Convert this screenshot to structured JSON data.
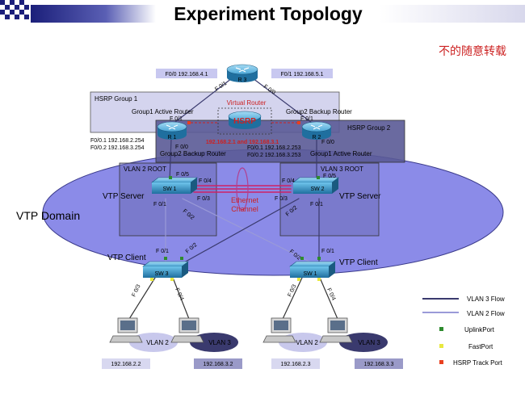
{
  "title": "Experiment  Topology",
  "subtitle_cn": "不的随意转载",
  "vtp_domain": "VTP Domain",
  "routers": {
    "r3": {
      "name": "R 3",
      "f00": "F0/0 192.168.4.1",
      "f01": "F0/1 192.168.5.1",
      "port_left": "F 0/1",
      "port_right": "F 0/0"
    },
    "r1": {
      "name": "R 1",
      "port_top": "F 0/1",
      "port_bottom": "F 0/0",
      "sub1": "F0/0.1 192.168.2.254",
      "sub2": "F0/0.2 192.168.3.254"
    },
    "r2": {
      "name": "R 2",
      "port_top": "F 0/1",
      "port_bottom": "F 0/0",
      "sub1": "F0/0.1 192.168.2.253",
      "sub2": "F0/0.2 192.168.3.253"
    }
  },
  "hsrp": {
    "group1": "HSRP Group 1",
    "group2": "HSRP Group 2",
    "g1_active": "Group1 Active Router",
    "g2_backup": "Group2 Backup Router",
    "g2_backup_r1": "Group2 Backup Router",
    "g1_active_r2": "Group1 Active Router",
    "virtual_router": "Virtual Router",
    "hsrp_label": "HSRP",
    "vip": "192.168.2.1 and 192.168.3.1"
  },
  "switches": {
    "sw1": {
      "name": "SW 1",
      "vlan_root": "VLAN 2 ROOT",
      "role": "VTP Server",
      "p05": "F 0/5",
      "p04": "F 0/4",
      "p03": "F 0/3",
      "p01": "F 0/1",
      "p02": "F 0/2"
    },
    "sw2": {
      "name": "SW 2",
      "vlan_root": "VLAN 3 ROOT",
      "role": "VTP Server",
      "p05": "F 0/5",
      "p04": "F 0/4",
      "p03": "F 0/3",
      "p01": "F 0/1",
      "p02": "F 0/2"
    },
    "sw3": {
      "name": "SW 3",
      "role": "VTP Client",
      "p01": "F 0/1",
      "p02": "F 0/2",
      "p03": "F 0/3",
      "p04": "F 0/4"
    },
    "sw4": {
      "name": "SW 1",
      "role": "VTP Client",
      "p01": "F 0/1",
      "p02": "F 0/2",
      "p03": "F 0/3",
      "p04": "F 0/4"
    }
  },
  "etherchannel": "Ethernet Channel",
  "hosts": [
    {
      "vlan": "VLAN 2",
      "ip": "192.168.2.2"
    },
    {
      "vlan": "VLAN 3",
      "ip": "192.168.3.2"
    },
    {
      "vlan": "VLAN 2",
      "ip": "192.168.2.3"
    },
    {
      "vlan": "VLAN 3",
      "ip": "192.168.3.3"
    }
  ],
  "legend": {
    "vlan3_flow": "VLAN 3 Flow",
    "vlan2_flow": "VLAN 2 Flow",
    "uplink": "UplinkPort",
    "fast": "FastPort",
    "track": "HSRP Track Port"
  },
  "colors": {
    "vlan3_flow": "#3a3a6e",
    "vlan2_flow": "#9a9ad8",
    "domain_fill": "#8b8be8",
    "uplink_port": "#2e8b2e",
    "fast_port": "#e8e840",
    "track_port": "#e84020",
    "accent_red": "#cc2222",
    "device_blue": "#2f8fc4"
  }
}
